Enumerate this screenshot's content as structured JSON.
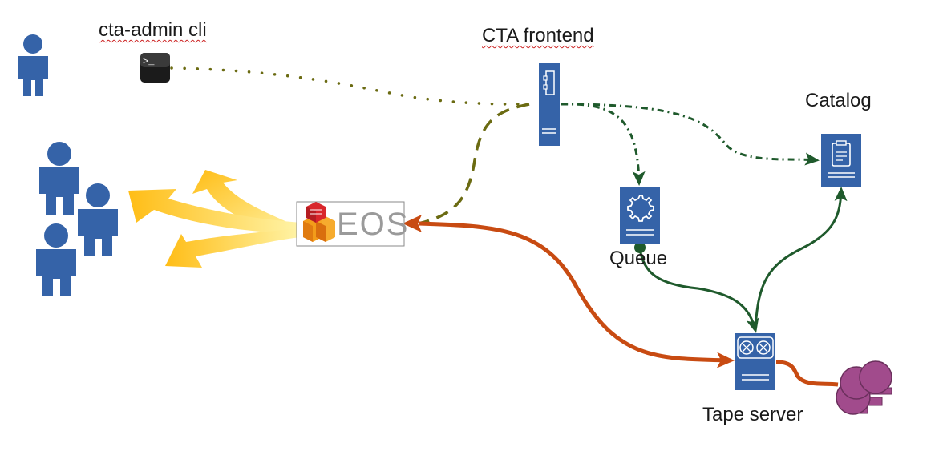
{
  "labels": {
    "cli": "cta-admin cli",
    "frontend": "CTA frontend",
    "catalog": "Catalog",
    "queue": "Queue",
    "tape_server": "Tape server"
  },
  "eos": {
    "logo_text": "EOS"
  },
  "icons": {
    "cli": "terminal-icon",
    "frontend": "server-icon",
    "catalog": "clipboard-server-icon",
    "queue": "gear-server-icon",
    "tape_server": "tape-drive-icon",
    "tape_library": "tape-library-icon",
    "admin": "user-icon",
    "users": "user-icon"
  },
  "colors": {
    "server_blue": "#3563a8",
    "dotted_olive": "#6b6b12",
    "dark_green": "#1f5a2c",
    "orange_red": "#c84b12",
    "eos_yellow": "#ffc21a",
    "tape_purple": "#a14b8c"
  }
}
